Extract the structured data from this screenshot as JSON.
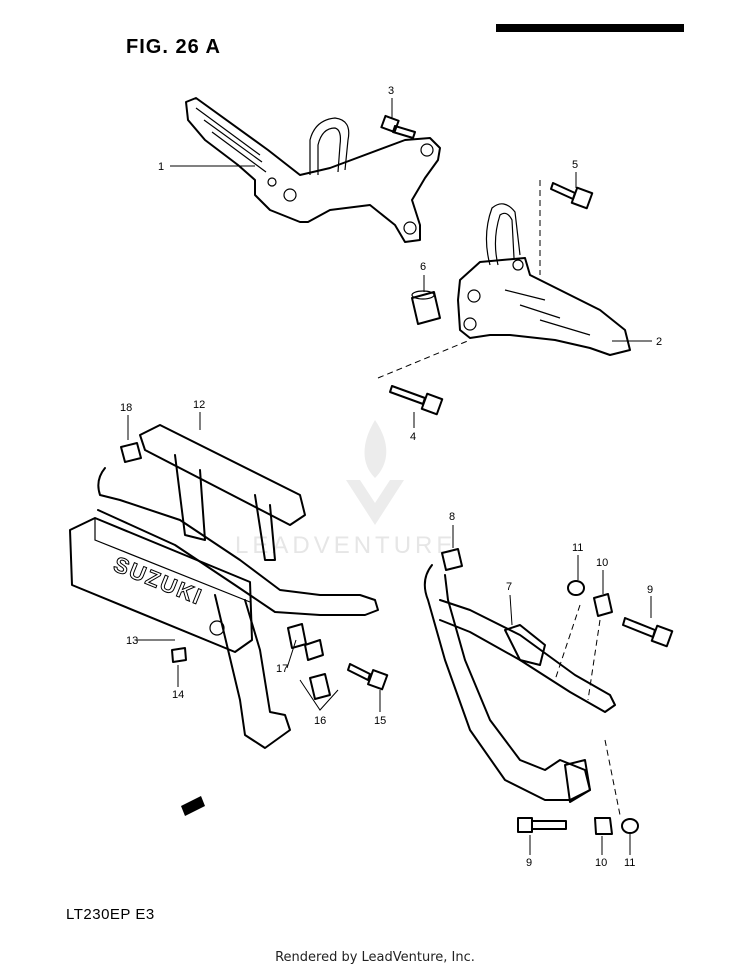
{
  "figure": {
    "title": "FIG. 26 A",
    "model_code": "LT230EP  E3"
  },
  "footer": {
    "credit": "Rendered by LeadVenture, Inc."
  },
  "watermark": {
    "text": "LEADVENTURE"
  },
  "emblem": {
    "text": "SUZUKI"
  },
  "callouts": {
    "c1": "1",
    "c2": "2",
    "c3": "3",
    "c4": "4",
    "c5": "5",
    "c6": "6",
    "c7": "7",
    "c8": "8",
    "c9a": "9",
    "c9b": "9",
    "c10a": "10",
    "c10b": "10",
    "c11a": "11",
    "c11b": "11",
    "c12": "12",
    "c13": "13",
    "c14": "14",
    "c15": "15",
    "c16": "16",
    "c17": "17",
    "c18": "18"
  }
}
